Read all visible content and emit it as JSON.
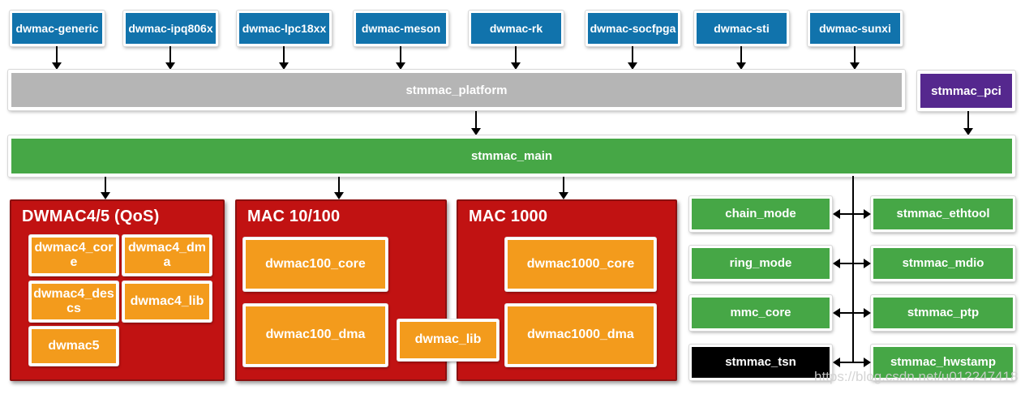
{
  "diagram": {
    "top_modules": [
      {
        "label": "dwmac-generic"
      },
      {
        "label": "dwmac-ipq806x"
      },
      {
        "label": "dwmac-lpc18xx"
      },
      {
        "label": "dwmac-meson"
      },
      {
        "label": "dwmac-rk"
      },
      {
        "label": "dwmac-socfpga"
      },
      {
        "label": "dwmac-sti"
      },
      {
        "label": "dwmac-sunxi"
      }
    ],
    "platform_bar": {
      "label": "stmmac_platform"
    },
    "pci_box": {
      "label": "stmmac_pci"
    },
    "main_bar": {
      "label": "stmmac_main"
    },
    "containers": [
      {
        "title": "DWMAC4/5 (QoS)",
        "modules": [
          {
            "label": "dwmac4_core"
          },
          {
            "label": "dwmac4_dma"
          },
          {
            "label": "dwmac4_descs"
          },
          {
            "label": "dwmac4_lib"
          },
          {
            "label": "dwmac5"
          }
        ]
      },
      {
        "title": "MAC 10/100",
        "modules": [
          {
            "label": "dwmac100_core"
          },
          {
            "label": "dwmac100_dma"
          }
        ]
      },
      {
        "title": "MAC 1000",
        "modules": [
          {
            "label": "dwmac1000_core"
          },
          {
            "label": "dwmac1000_dma"
          }
        ]
      }
    ],
    "shared_lib": {
      "label": "dwmac_lib"
    },
    "helper_left": [
      {
        "label": "chain_mode"
      },
      {
        "label": "ring_mode"
      },
      {
        "label": "mmc_core"
      },
      {
        "label": "stmmac_tsn"
      }
    ],
    "helper_right": [
      {
        "label": "stmmac_ethtool"
      },
      {
        "label": "stmmac_mdio"
      },
      {
        "label": "stmmac_ptp"
      },
      {
        "label": "stmmac_hwstamp"
      }
    ],
    "watermark": "https://blog.csdn.net/u012247418",
    "colors": {
      "blue": "#1173AC",
      "gray": "#B5B5B5",
      "green": "#46A746",
      "red": "#C11212",
      "red_border": "#8C1010",
      "orange": "#F39B1C",
      "purple": "#55288E",
      "black": "#000000"
    }
  }
}
